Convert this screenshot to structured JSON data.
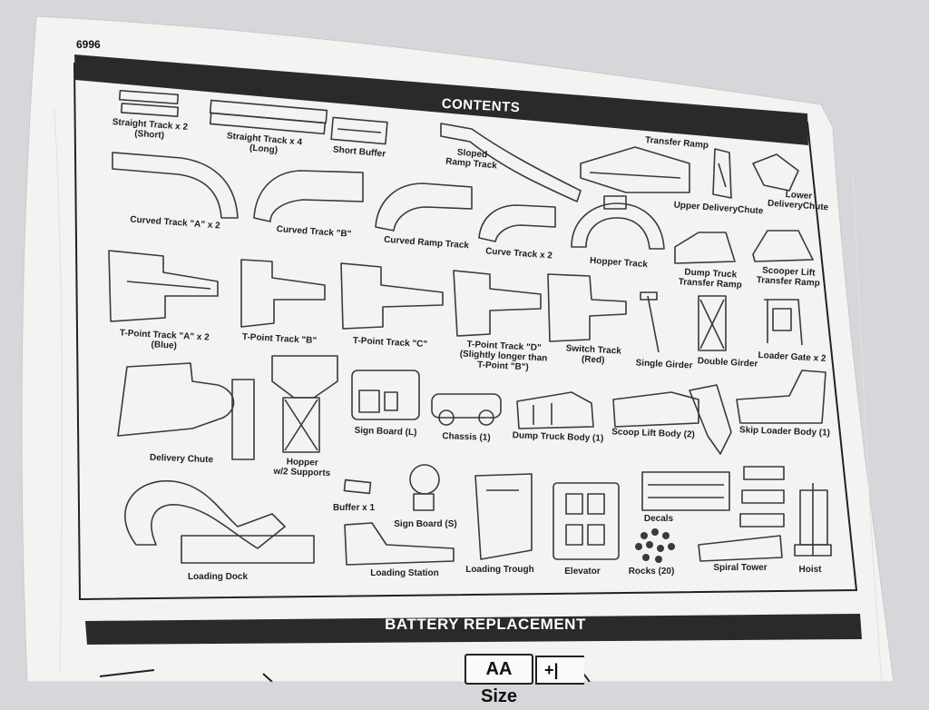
{
  "document": {
    "code": "6996",
    "contents_title": "CONTENTS",
    "battery_title": "BATTERY REPLACEMENT",
    "battery_size": "AA Size",
    "battery_symbol": "+|"
  },
  "colors": {
    "background": "#d8d6da",
    "paper": "#f3f3f1",
    "banner": "#2a2a2a",
    "line_art": "#3a3a3a"
  },
  "parts": [
    {
      "name": "straight-track-short",
      "label": "Straight Track x 2\n(Short)"
    },
    {
      "name": "straight-track-long",
      "label": "Straight Track x 4\n(Long)"
    },
    {
      "name": "short-buffer",
      "label": "Short Buffer"
    },
    {
      "name": "sloped-ramp-track",
      "label": "Sloped\nRamp Track"
    },
    {
      "name": "transfer-ramp",
      "label": "Transfer Ramp"
    },
    {
      "name": "upper-delivery-chute",
      "label": "Upper DeliveryChute"
    },
    {
      "name": "lower-delivery-chute",
      "label": "Lower\nDeliveryChute"
    },
    {
      "name": "curved-track-a",
      "label": "Curved Track \"A\" x 2"
    },
    {
      "name": "curved-track-b",
      "label": "Curved Track \"B\""
    },
    {
      "name": "curved-ramp-track",
      "label": "Curved Ramp Track"
    },
    {
      "name": "curve-track",
      "label": "Curve Track x 2"
    },
    {
      "name": "hopper-track",
      "label": "Hopper Track"
    },
    {
      "name": "dump-truck-transfer-ramp",
      "label": "Dump Truck\nTransfer Ramp"
    },
    {
      "name": "scooper-lift-transfer-ramp",
      "label": "Scooper Lift\nTransfer Ramp"
    },
    {
      "name": "t-point-track-a",
      "label": "T-Point Track \"A\" x 2\n(Blue)"
    },
    {
      "name": "t-point-track-b",
      "label": "T-Point Track \"B\""
    },
    {
      "name": "t-point-track-c",
      "label": "T-Point Track \"C\""
    },
    {
      "name": "t-point-track-d",
      "label": "T-Point Track \"D\"\n(Slightly longer than\nT-Point \"B\")"
    },
    {
      "name": "switch-track",
      "label": "Switch Track\n(Red)"
    },
    {
      "name": "single-girder",
      "label": "Single Girder"
    },
    {
      "name": "double-girder",
      "label": "Double Girder"
    },
    {
      "name": "loader-gate",
      "label": "Loader Gate x 2"
    },
    {
      "name": "delivery-chute",
      "label": "Delivery Chute"
    },
    {
      "name": "hopper-supports",
      "label": "Hopper\nw/2 Supports"
    },
    {
      "name": "sign-board-l",
      "label": "Sign Board (L)"
    },
    {
      "name": "chassis",
      "label": "Chassis (1)"
    },
    {
      "name": "dump-truck-body",
      "label": "Dump Truck Body (1)"
    },
    {
      "name": "scoop-lift-body",
      "label": "Scoop Lift Body (2)"
    },
    {
      "name": "skip-loader-body",
      "label": "Skip Loader Body (1)"
    },
    {
      "name": "buffer",
      "label": "Buffer x 1"
    },
    {
      "name": "sign-board-s",
      "label": "Sign Board (S)"
    },
    {
      "name": "loading-dock",
      "label": "Loading Dock"
    },
    {
      "name": "loading-station",
      "label": "Loading Station"
    },
    {
      "name": "loading-trough",
      "label": "Loading Trough"
    },
    {
      "name": "elevator",
      "label": "Elevator"
    },
    {
      "name": "decals",
      "label": "Decals"
    },
    {
      "name": "rocks",
      "label": "Rocks (20)"
    },
    {
      "name": "spiral-tower",
      "label": "Spiral Tower"
    },
    {
      "name": "hoist",
      "label": "Hoist"
    }
  ]
}
